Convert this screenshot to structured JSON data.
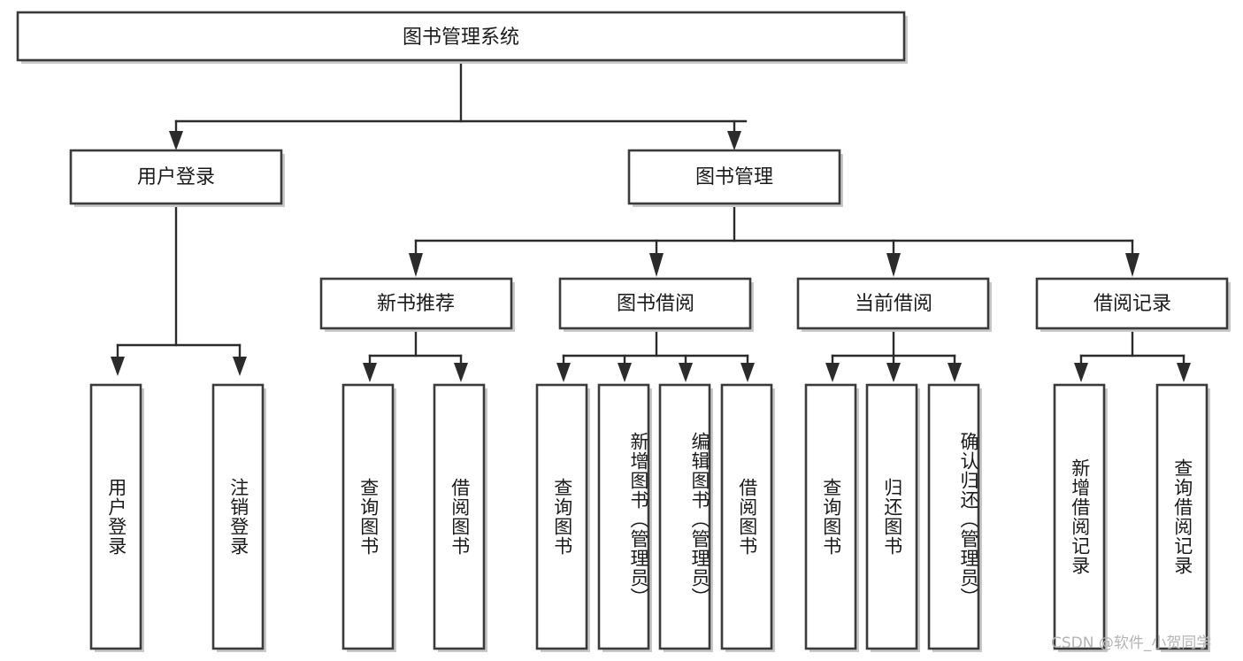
{
  "diagram": {
    "title": "图书管理系统",
    "watermark": "CSDN @软件_小贺同学",
    "level1": {
      "label": "图书管理系统"
    },
    "level2": [
      {
        "label": "用户登录"
      },
      {
        "label": "图书管理"
      }
    ],
    "level3": [
      {
        "label": "新书推荐"
      },
      {
        "label": "图书借阅"
      },
      {
        "label": "当前借阅"
      },
      {
        "label": "借阅记录"
      }
    ],
    "leaves": {
      "user_login": [
        {
          "label": "用户登录"
        },
        {
          "label": "注销登录"
        }
      ],
      "new_book": [
        {
          "label": "查询图书"
        },
        {
          "label": "借阅图书"
        }
      ],
      "book_borrow": [
        {
          "label": "查询图书"
        },
        {
          "label": "新增图书（管理员）"
        },
        {
          "label": "编辑图书（管理员）"
        },
        {
          "label": "借阅图书"
        }
      ],
      "current_borrow": [
        {
          "label": "查询图书"
        },
        {
          "label": "归还图书"
        },
        {
          "label": "确认归还（管理员）"
        }
      ],
      "borrow_record": [
        {
          "label": "新增借阅记录"
        },
        {
          "label": "查询借阅记录"
        }
      ]
    }
  },
  "colors": {
    "box_stroke": "#3b3b3b",
    "connector": "#2b2b2b",
    "text": "#1a1a1a",
    "watermark": "#b4b4b4",
    "background": "#ffffff"
  }
}
